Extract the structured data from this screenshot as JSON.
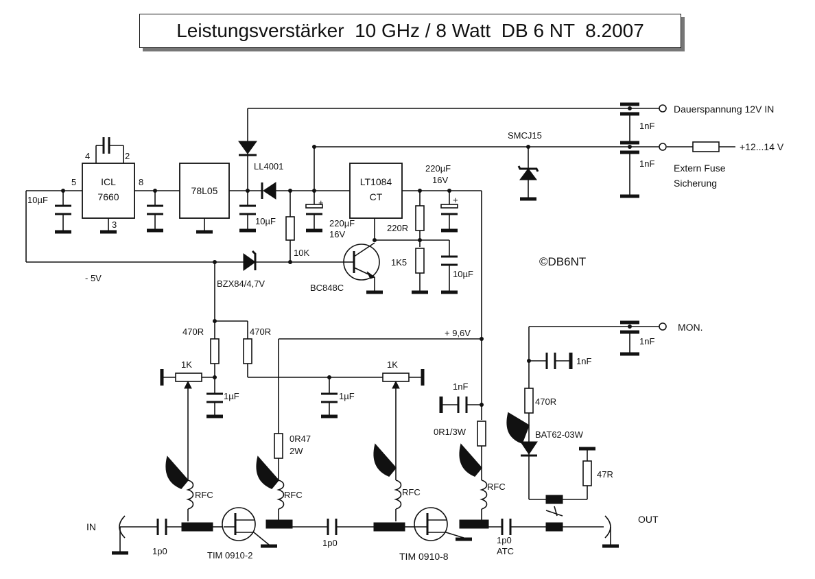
{
  "title": "Leistungsverstärker  10 GHz / 8 Watt  DB 6 NT  8.2007",
  "copyright": "©DB6NT",
  "labels": {
    "dauerspannung": "Dauerspannung 12V IN",
    "supply_in": "+12...14 V",
    "extern_fuse": "Extern Fuse",
    "sicherung": "Sicherung",
    "mon": "MON.",
    "in": "IN",
    "out": "OUT",
    "neg5v": "- 5V",
    "v96": "+ 9,6V"
  },
  "components": {
    "icl_line1": "ICL",
    "icl_line2": "7660",
    "pin2": "2",
    "pin3": "3",
    "pin4": "4",
    "pin5": "5",
    "pin8": "8",
    "reg_78l05": "78L05",
    "lt_line1": "LT1084",
    "lt_line2": "CT",
    "smcj15": "SMCJ15",
    "ll4001": "LL4001",
    "bzx84": "BZX84/4,7V",
    "bc848c": "BC848C",
    "bat62": "BAT62-03W",
    "tim_1": "TIM 0910-2",
    "tim_2": "TIM 0910-8",
    "atc": "ATC"
  },
  "values": {
    "c_1nF_a": "1nF",
    "c_1nF_b": "1nF",
    "c_1nF_mon": "1nF",
    "c_1nF_d": "1nF",
    "c_1nF_e": "1nF",
    "c_10uF_a": "10µF",
    "c_10uF_b": "10µF",
    "c_10uF_c": "10µF",
    "c_220uF_a1": "220µF",
    "c_220uF_a2": "16V",
    "c_220uF_b1": "220µF",
    "c_220uF_b2": "16V",
    "c_1uF_a": "1µF",
    "c_1uF_b": "1µF",
    "r_220R": "220R",
    "r_1K5": "1K5",
    "r_10K": "10K",
    "r_470R_a": "470R",
    "r_470R_b": "470R",
    "r_470R_c": "470R",
    "r_0R47_1": "0R47",
    "r_0R47_2": "2W",
    "r_0R1": "0R1/3W",
    "r_47R": "47R",
    "pot_1K_a": "1K",
    "pot_1K_b": "1K",
    "rfc_1": "RFC",
    "rfc_2": "RFC",
    "rfc_3": "RFC",
    "rfc_4": "RFC",
    "c_1p0_a": "1p0",
    "c_1p0_b": "1p0",
    "c_1p0_c": "1p0",
    "plus": "+"
  }
}
